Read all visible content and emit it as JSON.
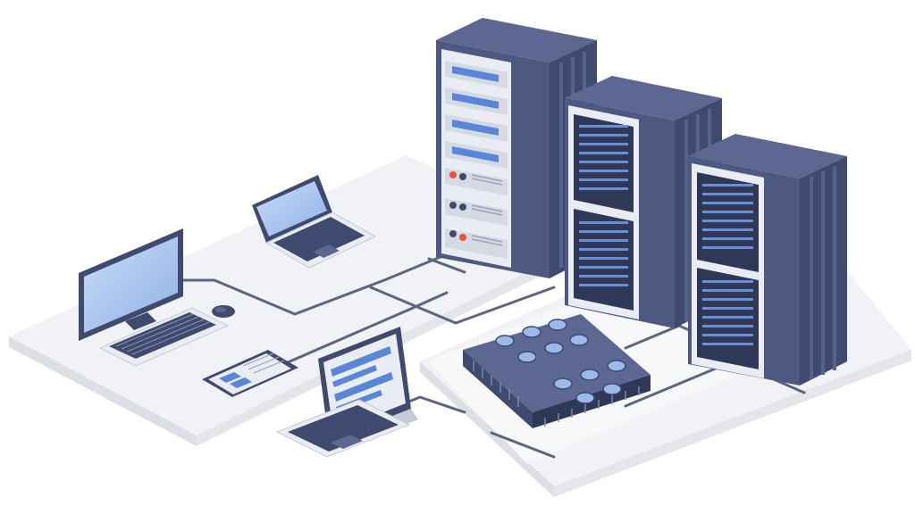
{
  "scene": {
    "subject": "network-infrastructure",
    "colors": {
      "background": "#ffffff",
      "platform_top": "#f0f1f4",
      "platform_side": "#d9dce3",
      "cable": "#5d6680",
      "rack_dark": "#3f4a6e",
      "rack_mid": "#4d5980",
      "rack_light": "#5c6891",
      "panel_light": "#e9ecf2",
      "screen_blue": "#9bb9ea",
      "screen_light": "#c9dcf7",
      "accent_red": "#e2553f",
      "accent_blue": "#5a86d8"
    },
    "devices": [
      "server-rack-left",
      "server-rack-middle",
      "server-rack-right",
      "network-switch-unit",
      "desktop-monitor",
      "keyboard",
      "mouse",
      "laptop-top",
      "laptop-bottom",
      "tablet"
    ]
  }
}
